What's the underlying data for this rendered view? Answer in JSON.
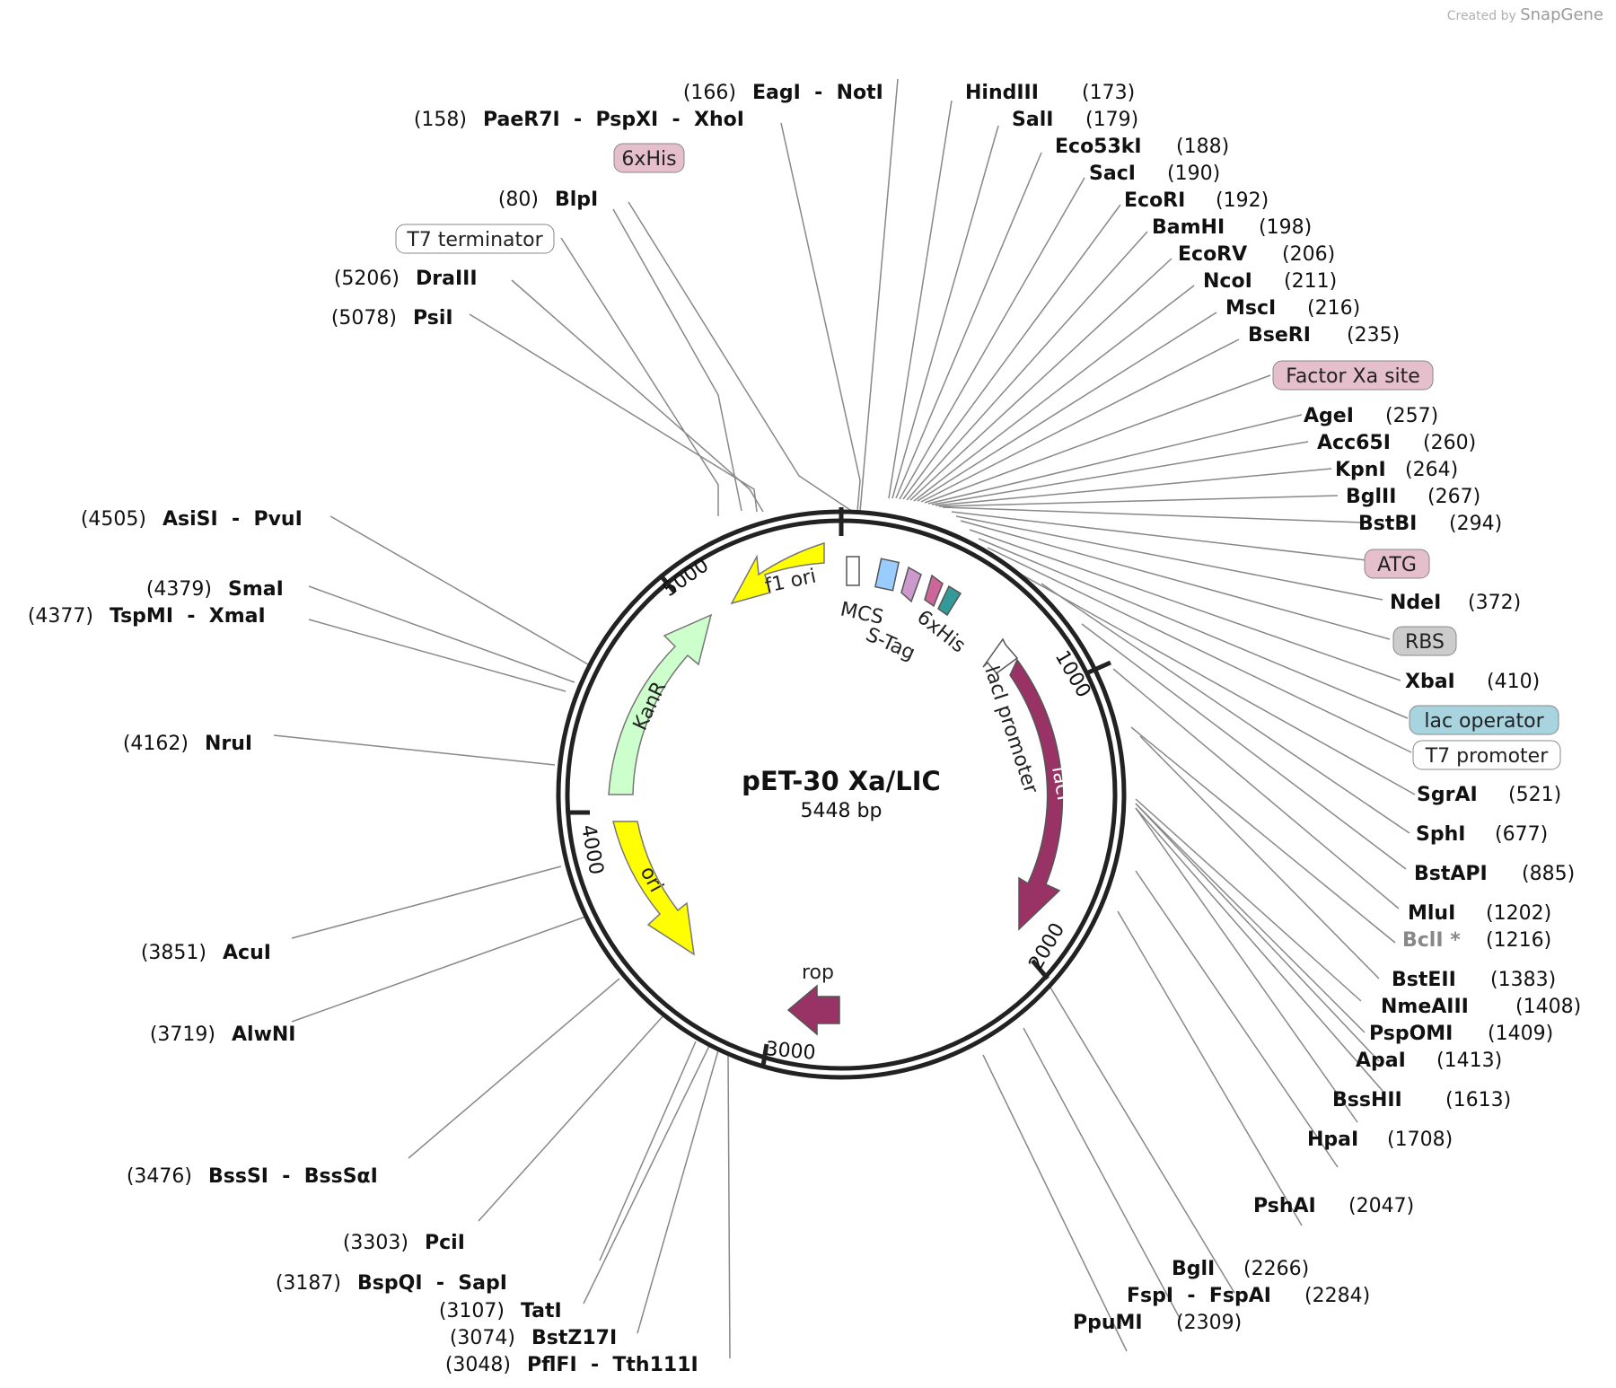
{
  "credit": {
    "prefix": "Created by",
    "brand": "SnapGene"
  },
  "title": "pET-30 Xa/LIC",
  "length": "5448 bp",
  "ticks": [
    "1000",
    "2000",
    "3000",
    "4000",
    "5000"
  ],
  "features": [
    {
      "label": "f1 ori",
      "color": "#ffff00"
    },
    {
      "label": "KanR",
      "color": "#ccffcc"
    },
    {
      "label": "ori",
      "color": "#ffff00"
    },
    {
      "label": "rop",
      "color": "#993366"
    },
    {
      "label": "lacI",
      "color": "#993366"
    },
    {
      "label": "lacI promoter",
      "color": "#ffffff"
    },
    {
      "label": "MCS",
      "color": "#ffffff"
    },
    {
      "label": "S-Tag",
      "color": "#99ccff"
    },
    {
      "label": "6xHis",
      "color": "#cc99cc"
    }
  ],
  "boxed_labels": [
    {
      "text": "6xHis",
      "color": "#e6bfcc"
    },
    {
      "text": "T7 terminator",
      "color": "#ffffff"
    },
    {
      "text": "Factor Xa site",
      "color": "#e6bfcc"
    },
    {
      "text": "ATG",
      "color": "#e6bfcc"
    },
    {
      "text": "RBS",
      "color": "#cccccc"
    },
    {
      "text": "lac operator",
      "color": "#a8d4e0"
    },
    {
      "text": "T7 promoter",
      "color": "#ffffff"
    }
  ],
  "sites": [
    {
      "pos": "(166)",
      "enz": "EagI  -  NotI"
    },
    {
      "pos": "(158)",
      "enz": "PaeR7I  -  PspXI  -  XhoI"
    },
    {
      "pos": "(80)",
      "enz": "BlpI"
    },
    {
      "pos": "(5206)",
      "enz": "DraIII"
    },
    {
      "pos": "(5078)",
      "enz": "PsiI"
    },
    {
      "pos": "(4505)",
      "enz": "AsiSI  -  PvuI"
    },
    {
      "pos": "(4379)",
      "enz": "SmaI"
    },
    {
      "pos": "(4377)",
      "enz": "TspMI  -  XmaI"
    },
    {
      "pos": "(4162)",
      "enz": "NruI"
    },
    {
      "pos": "(3851)",
      "enz": "AcuI"
    },
    {
      "pos": "(3719)",
      "enz": "AlwNI"
    },
    {
      "pos": "(3476)",
      "enz": "BssSI  -  BssSαI"
    },
    {
      "pos": "(3303)",
      "enz": "PciI"
    },
    {
      "pos": "(3187)",
      "enz": "BspQI  -  SapI"
    },
    {
      "pos": "(3107)",
      "enz": "TatI"
    },
    {
      "pos": "(3074)",
      "enz": "BstZ17I"
    },
    {
      "pos": "(3048)",
      "enz": "PflFI  -  Tth111I"
    },
    {
      "enz": "HindIII",
      "pos": "(173)"
    },
    {
      "enz": "SalI",
      "pos": "(179)"
    },
    {
      "enz": "Eco53kI",
      "pos": "(188)"
    },
    {
      "enz": "SacI",
      "pos": "(190)"
    },
    {
      "enz": "EcoRI",
      "pos": "(192)"
    },
    {
      "enz": "BamHI",
      "pos": "(198)"
    },
    {
      "enz": "EcoRV",
      "pos": "(206)"
    },
    {
      "enz": "NcoI",
      "pos": "(211)"
    },
    {
      "enz": "MscI",
      "pos": "(216)"
    },
    {
      "enz": "BseRI",
      "pos": "(235)"
    },
    {
      "enz": "AgeI",
      "pos": "(257)"
    },
    {
      "enz": "Acc65I",
      "pos": "(260)"
    },
    {
      "enz": "KpnI",
      "pos": "(264)"
    },
    {
      "enz": "BglII",
      "pos": "(267)"
    },
    {
      "enz": "BstBI",
      "pos": "(294)"
    },
    {
      "enz": "NdeI",
      "pos": "(372)"
    },
    {
      "enz": "XbaI",
      "pos": "(410)"
    },
    {
      "enz": "SgrAI",
      "pos": "(521)"
    },
    {
      "enz": "SphI",
      "pos": "(677)"
    },
    {
      "enz": "BstAPI",
      "pos": "(885)"
    },
    {
      "enz": "MluI",
      "pos": "(1202)"
    },
    {
      "enz": "BclI *",
      "pos": "(1216)"
    },
    {
      "enz": "BstEII",
      "pos": "(1383)"
    },
    {
      "enz": "NmeAIII",
      "pos": "(1408)"
    },
    {
      "enz": "PspOMI",
      "pos": "(1409)"
    },
    {
      "enz": "ApaI",
      "pos": "(1413)"
    },
    {
      "enz": "BssHII",
      "pos": "(1613)"
    },
    {
      "enz": "HpaI",
      "pos": "(1708)"
    },
    {
      "enz": "PshAI",
      "pos": "(2047)"
    },
    {
      "enz": "BglI",
      "pos": "(2266)"
    },
    {
      "enz": "FspI  -  FspAI",
      "pos": "(2284)"
    },
    {
      "enz": "PpuMI",
      "pos": "(2309)"
    }
  ]
}
